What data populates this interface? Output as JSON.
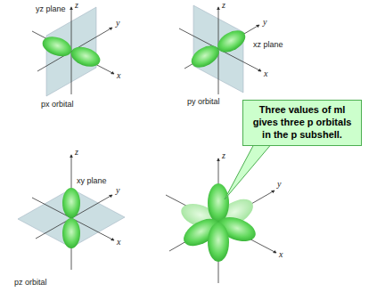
{
  "diagram": {
    "nodes": [
      {
        "text": [
          "Three values of ml gives three p orbitals in the p subshell."
        ]
      }
    ],
    "labels": [
      "z",
      "yz plane",
      "y",
      "x",
      "px orbital",
      "z",
      "y",
      "xz plane",
      "x",
      "py orbital",
      "z",
      "y",
      "xy plane",
      "x",
      "pz orbital",
      "z",
      "y",
      "x"
    ]
  }
}
